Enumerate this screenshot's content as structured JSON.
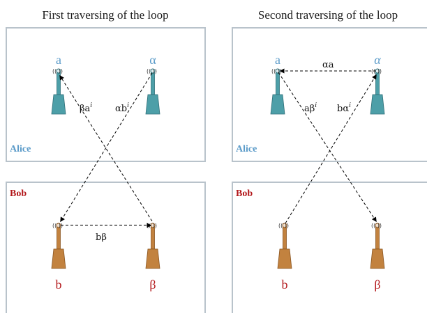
{
  "left_panel": {
    "title": "First traversing of the loop",
    "alice_label": "Alice",
    "bob_label": "Bob",
    "antennas": {
      "a": "a",
      "alpha": "α",
      "b": "b",
      "beta": "β"
    },
    "edges": [
      {
        "id": "beta-a",
        "base": "βa",
        "sup": "i"
      },
      {
        "id": "alpha-b",
        "base": "αb",
        "sup": "i"
      },
      {
        "id": "b-beta",
        "base": "bβ",
        "sup": ""
      }
    ]
  },
  "right_panel": {
    "title": "Second traversing of the loop",
    "alice_label": "Alice",
    "bob_label": "Bob",
    "antennas": {
      "a": "a",
      "alpha": "α",
      "b": "b",
      "beta": "β"
    },
    "edges": [
      {
        "id": "alpha-a",
        "base": "αa",
        "sup": ""
      },
      {
        "id": "a-beta",
        "base": "aβ",
        "sup": "i"
      },
      {
        "id": "b-alpha",
        "base": "bα",
        "sup": "i"
      }
    ]
  },
  "colors": {
    "alice": "#5b9bc9",
    "bob": "#b3191c",
    "box_border": "#b9c3cb",
    "alice_antenna_fill": "#4d9fa8",
    "alice_antenna_stroke": "#2f6f78",
    "bob_antenna_fill": "#c2823f",
    "bob_antenna_stroke": "#8a5521"
  }
}
